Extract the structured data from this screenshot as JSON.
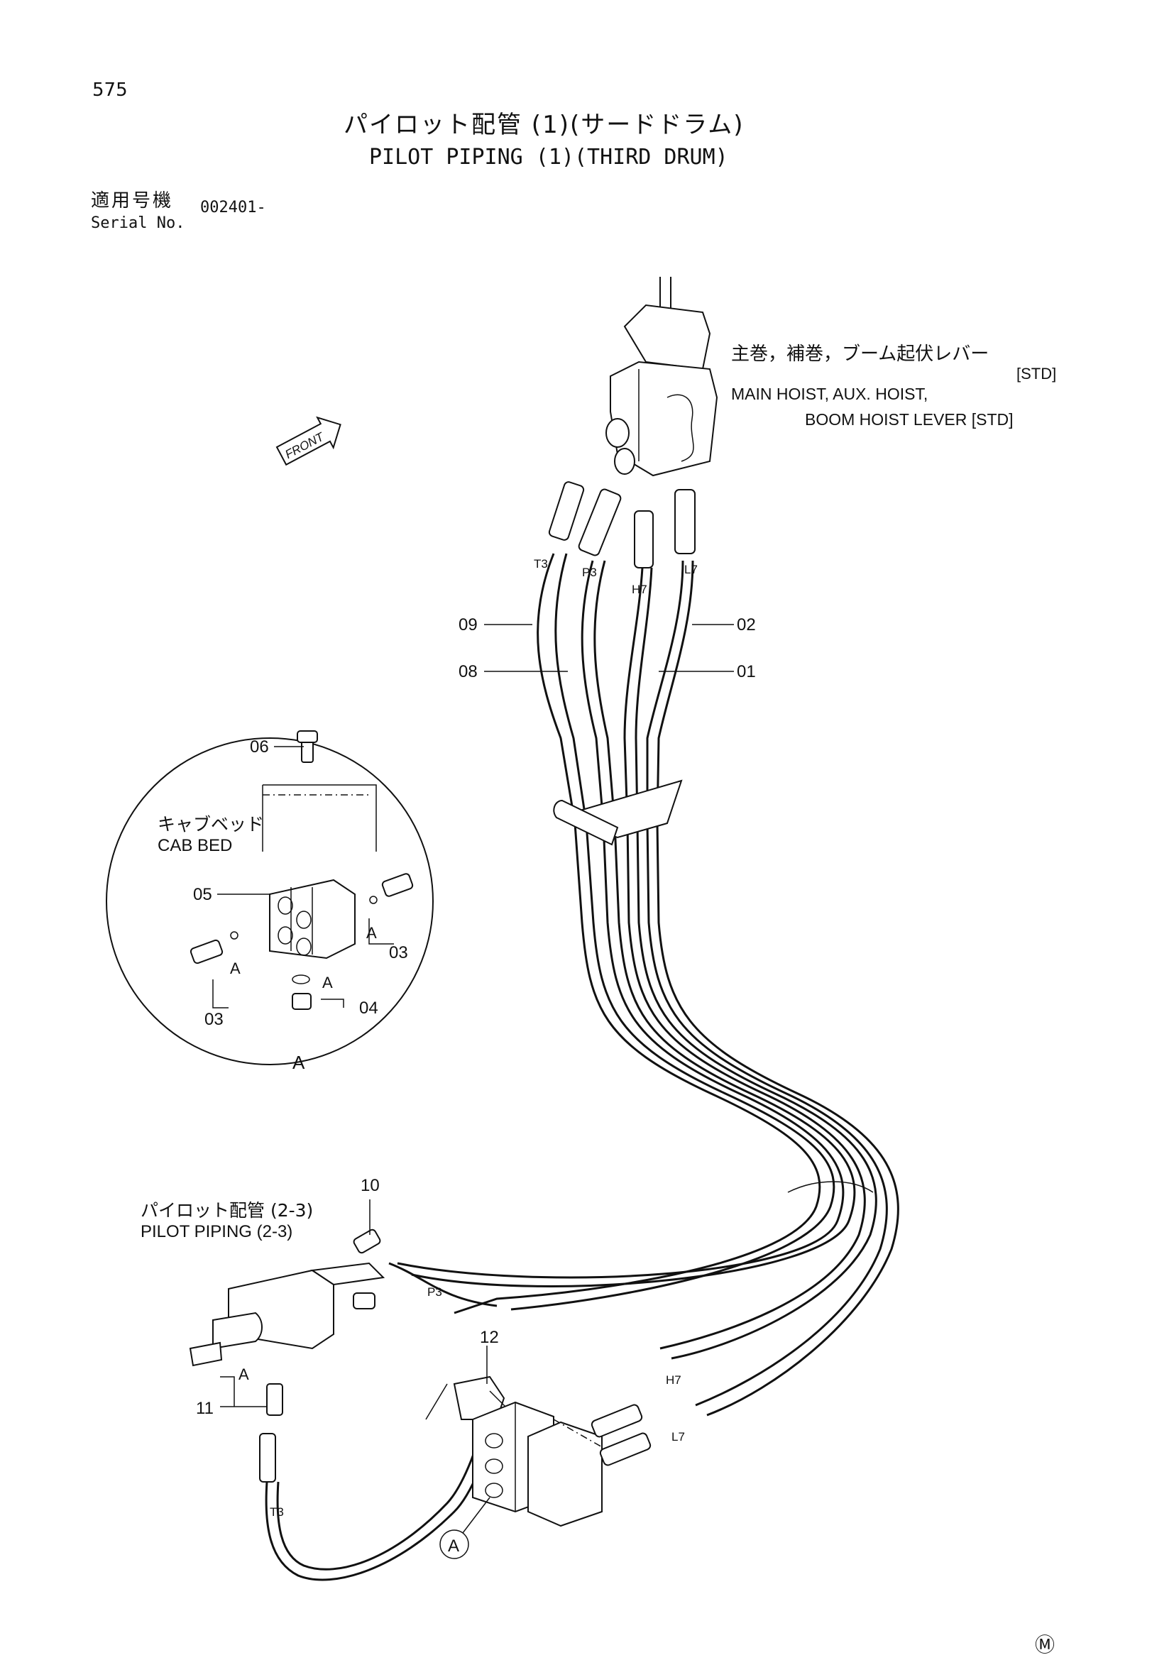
{
  "page": {
    "number": "575",
    "title_jp": "パイロット配管 (1)(サードドラム)",
    "title_en": "PILOT PIPING (1)(THIRD DRUM)",
    "serial_label_jp": "適用号機",
    "serial_label_en": "Serial No.",
    "serial_value": "002401-",
    "footer_mark": "Ⓜ"
  },
  "labels": {
    "lever_jp": "主巻，補巻，ブーム起伏レバー",
    "lever_std": "[STD]",
    "lever_en_1": "MAIN HOIST, AUX. HOIST,",
    "lever_en_2": "BOOM HOIST LEVER [STD]",
    "front": "FRONT",
    "cab_bed_jp": "キャブベッド",
    "cab_bed_en": "CAB BED",
    "pilot_piping_jp": "パイロット配管 (2-3)",
    "pilot_piping_en": "PILOT PIPING (2-3)",
    "detail_a": "A",
    "detail_ref": "A"
  },
  "ports": [
    "T3",
    "P3",
    "H7",
    "L7",
    "P3",
    "H7",
    "L7",
    "T3"
  ],
  "callouts": [
    "09",
    "08",
    "02",
    "01",
    "06",
    "05",
    "03",
    "03",
    "04",
    "10",
    "11",
    "12"
  ],
  "a_marks": [
    "A",
    "A",
    "A",
    "A"
  ]
}
